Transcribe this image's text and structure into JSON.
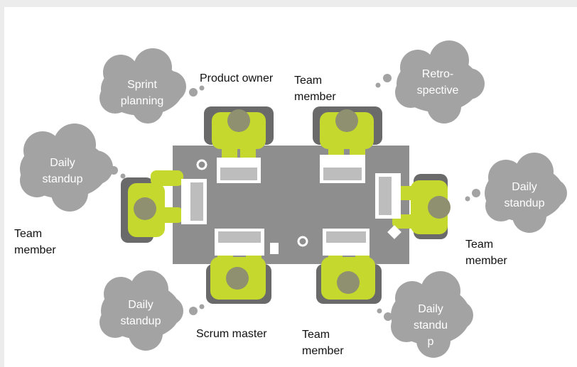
{
  "colors": {
    "table": "#8e8e8e",
    "chair": "#6a6a6a",
    "person": "#c4d82e",
    "head": "#8f9070",
    "cloud": "#a3a3a3",
    "laptop": "#ffffff"
  },
  "roles": {
    "product_owner": "Product owner",
    "team_member_top": "Team\nmember",
    "team_member_left": "Team\nmember",
    "team_member_right": "Team\nmember",
    "team_member_bottom": "Team\nmember",
    "scrum_master": "Scrum master"
  },
  "clouds": {
    "sprint_planning": "Sprint\nplanning",
    "retrospective": "Retro-\nspective",
    "daily_left": "Daily\nstandup",
    "daily_right": "Daily\nstandup",
    "daily_bottom_left": "Daily\nstandup",
    "daily_bottom_right": "Daily\nstandu\np"
  }
}
